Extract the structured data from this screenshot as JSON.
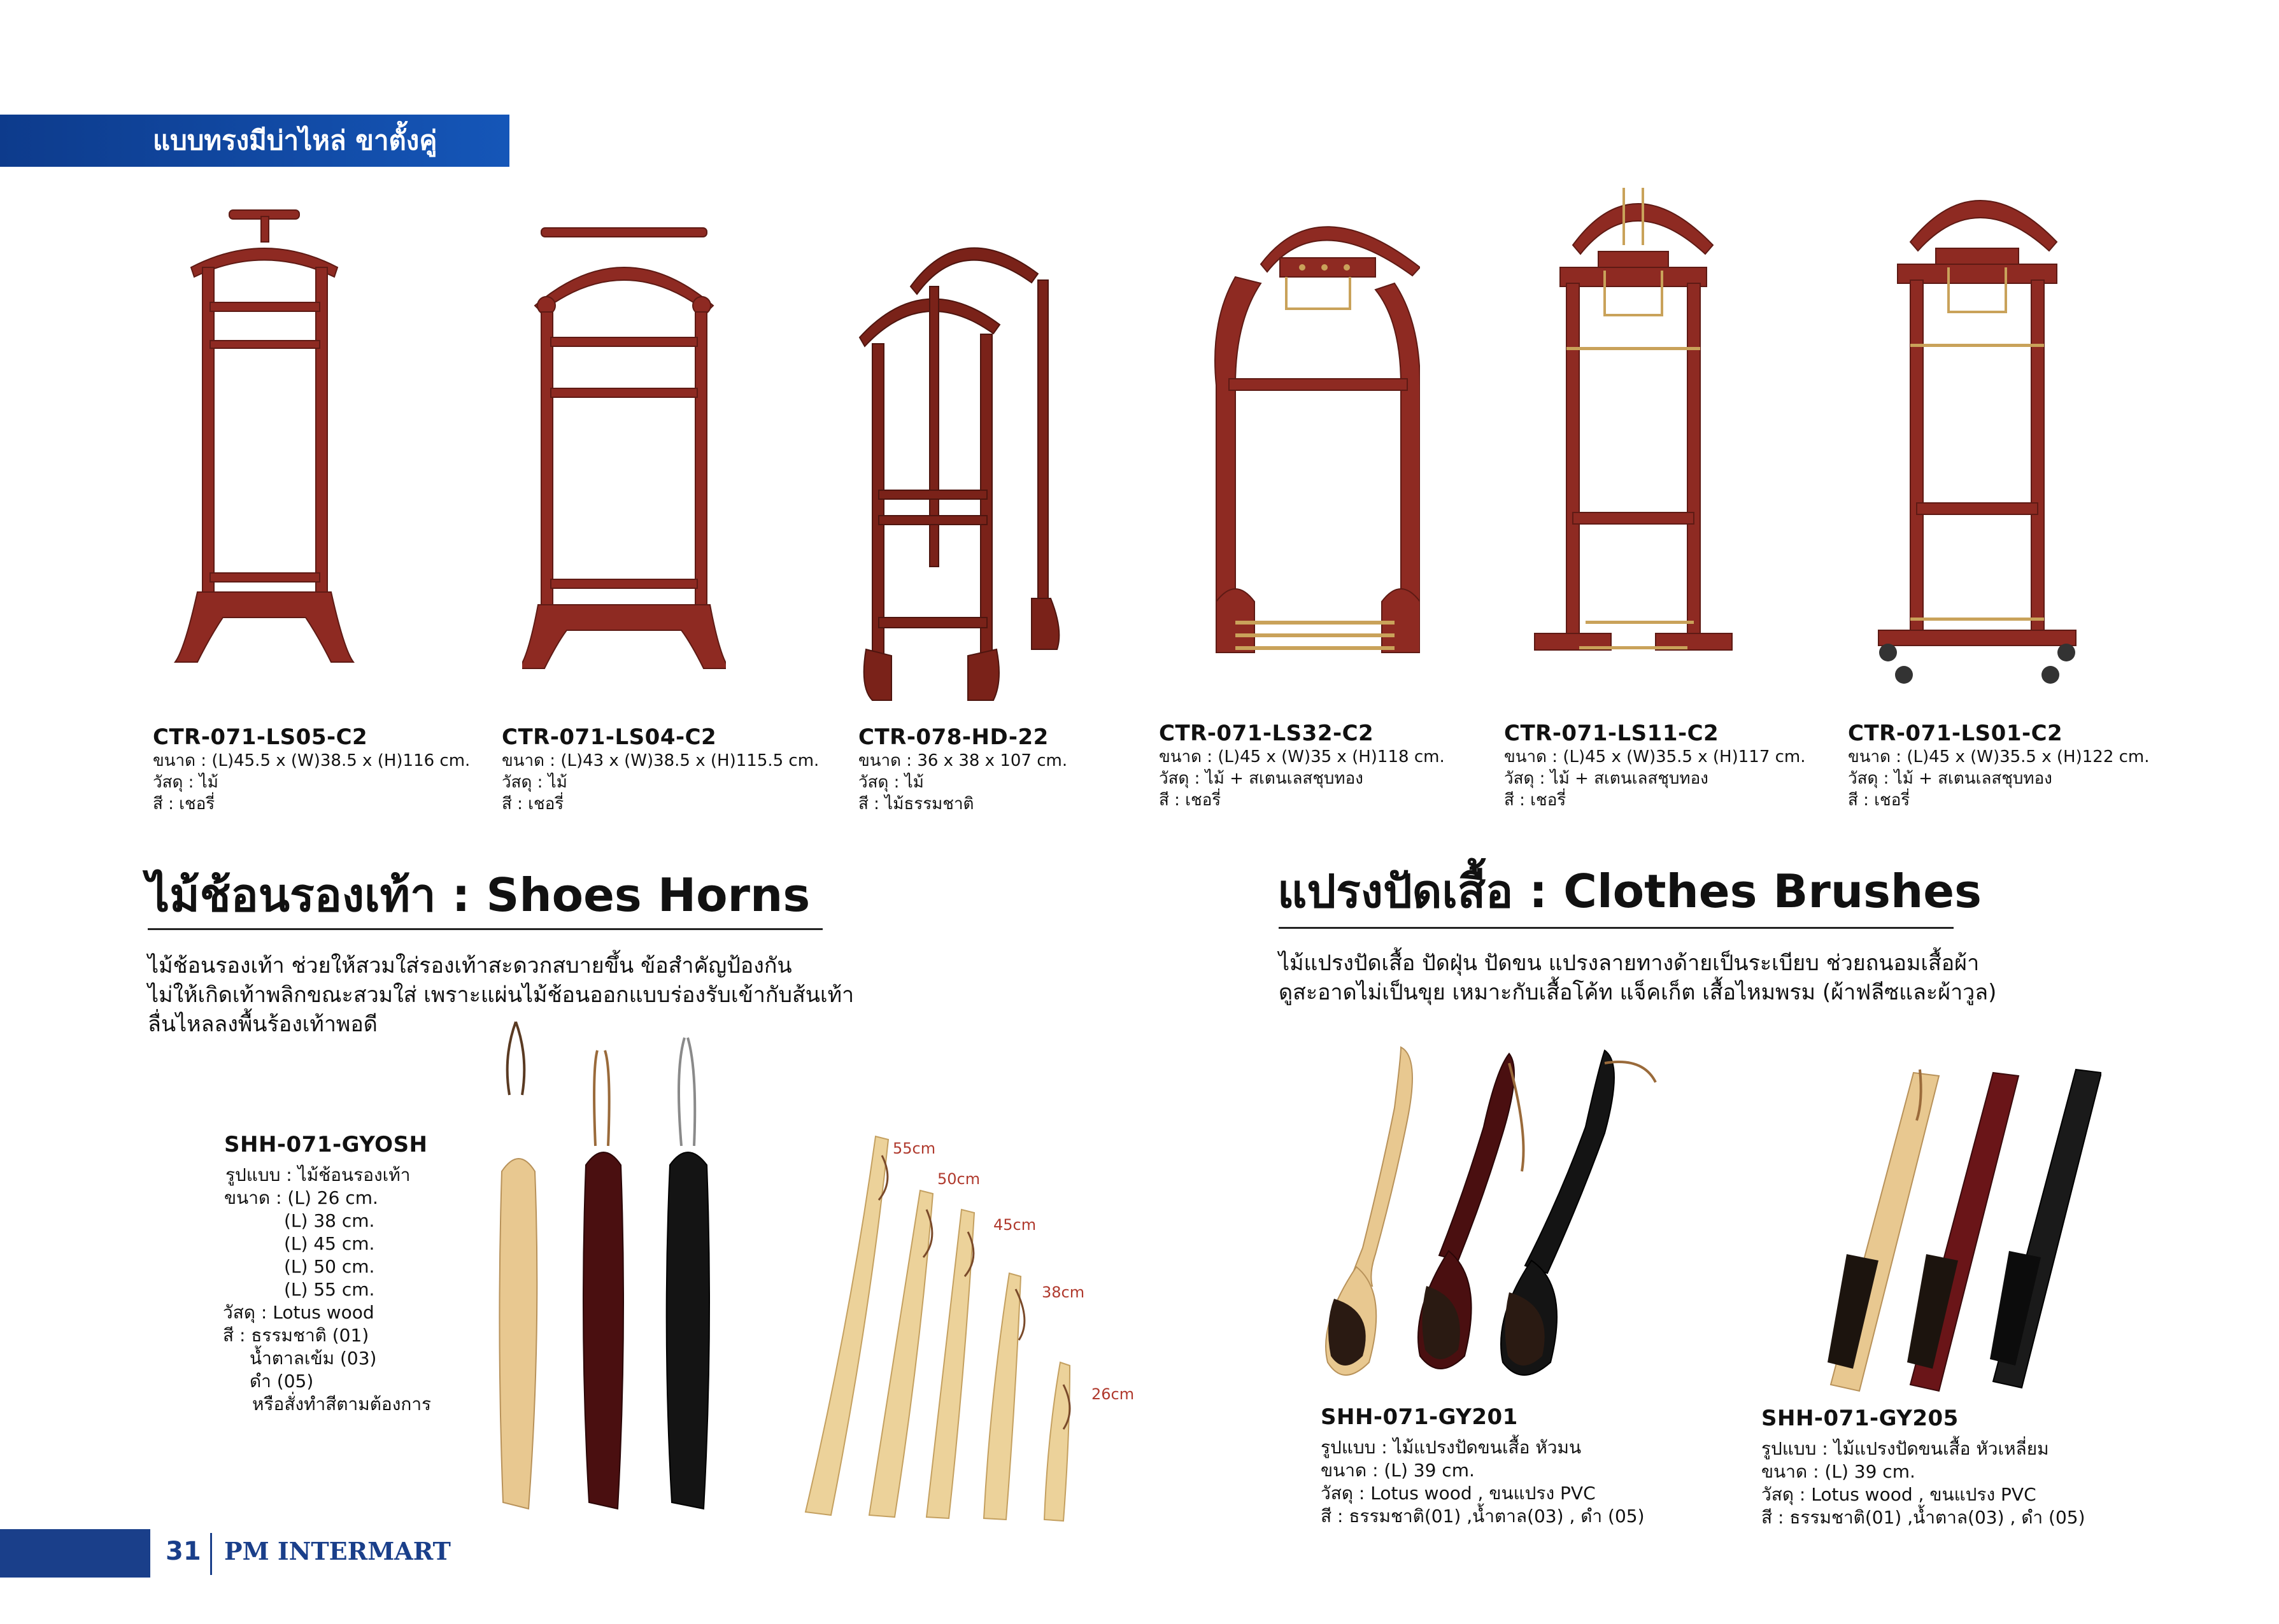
{
  "header": {
    "banner": "แบบทรงมีบ่าไหล่ ขาตั้งคู่"
  },
  "colors": {
    "wood_cherry": "#8e2a22",
    "wood_natural": "#e8c890",
    "brass": "#c9a25a",
    "brand_blue": "#1a3f8a"
  },
  "valets": [
    {
      "code": "CTR-071-LS05-C2",
      "size": "ขนาด : (L)45.5 x (W)38.5 x (H)116 cm.",
      "material": "วัสดุ : ไม้",
      "color": "สี : เชอรี่"
    },
    {
      "code": "CTR-071-LS04-C2",
      "size": "ขนาด : (L)43 x (W)38.5 x (H)115.5 cm.",
      "material": "วัสดุ : ไม้",
      "color": "สี : เชอรี่"
    },
    {
      "code": "CTR-078-HD-22",
      "size": "ขนาด : 36 x 38 x 107 cm.",
      "material": "วัสดุ : ไม้",
      "color": "สี : ไม้ธรรมชาติ"
    },
    {
      "code": "CTR-071-LS32-C2",
      "size": "ขนาด : (L)45 x (W)35 x (H)118 cm.",
      "material": "วัสดุ : ไม้ + สเตนเลสชุบทอง",
      "color": "สี : เชอรี่"
    },
    {
      "code": "CTR-071-LS11-C2",
      "size": "ขนาด : (L)45 x (W)35.5 x (H)117 cm.",
      "material": "วัสดุ : ไม้ + สเตนเลสชุบทอง",
      "color": "สี : เชอรี่"
    },
    {
      "code": "CTR-071-LS01-C2",
      "size": "ขนาด : (L)45 x (W)35.5 x (H)122 cm.",
      "material": "วัสดุ : ไม้ + สเตนเลสชุบทอง",
      "color": "สี : เชอรี่"
    }
  ],
  "shoehorns": {
    "title": "ไม้ช้อนรองเท้า : Shoes Horns",
    "desc": [
      "ไม้ช้อนรองเท้า ช่วยให้สวมใส่รองเท้าสะดวกสบายขึ้น ข้อสำคัญป้องกัน",
      "ไม่ให้เกิดเท้าพลิกขณะสวมใส่ เพราะแผ่นไม้ช้อนออกแบบร่องรับเข้ากับส้นเท้า",
      "ลื่นไหลลงพื้นร้องเท้าพอดี"
    ],
    "product": {
      "code": "SHH-071-GYOSH",
      "lines": [
        "รูปแบบ : ไม้ช้อนรองเท้า",
        "ขนาด : (L) 26 cm.",
        "(L) 38 cm.",
        "(L) 45 cm.",
        "(L) 50 cm.",
        "(L) 55 cm.",
        "วัสดุ : Lotus wood",
        "สี : ธรรมชาติ (01)",
        "น้ำตาลเข้ม (03)",
        "ดำ (05)",
        "หรือสั่งทำสีตามต้องการ"
      ]
    },
    "sizes": [
      "55cm",
      "50cm",
      "45cm",
      "38cm",
      "26cm"
    ]
  },
  "brushes": {
    "title": "แปรงปัดเสื้อ : Clothes Brushes",
    "desc": [
      "ไม้แปรงปัดเสื้อ ปัดฝุ่น ปัดขน แปรงลายทางด้ายเป็นระเบียบ ช่วยถนอมเสื้อผ้า",
      "ดูสะอาดไม่เป็นขุย เหมาะกับเสื้อโค้ท แจ็คเก็ต เสื้อไหมพรม (ผ้าฟลีซและผ้าวูล)"
    ],
    "products": [
      {
        "code": "SHH-071-GY201",
        "lines": [
          "รูปแบบ : ไม้แปรงปัดขนเสื้อ หัวมน",
          "ขนาด : (L) 39 cm.",
          "วัสดุ : Lotus wood , ขนแปรง PVC",
          "สี : ธรรมชาติ(01) ,น้ำตาล(03) , ดำ (05)"
        ]
      },
      {
        "code": "SHH-071-GY205",
        "lines": [
          "รูปแบบ : ไม้แปรงปัดขนเสื้อ หัวเหลี่ยม",
          "ขนาด : (L) 39 cm.",
          "วัสดุ : Lotus wood , ขนแปรง PVC",
          "สี : ธรรมชาติ(01) ,น้ำตาล(03) , ดำ (05)"
        ]
      }
    ]
  },
  "footer": {
    "page": "31",
    "brand": "PM INTERMART"
  }
}
